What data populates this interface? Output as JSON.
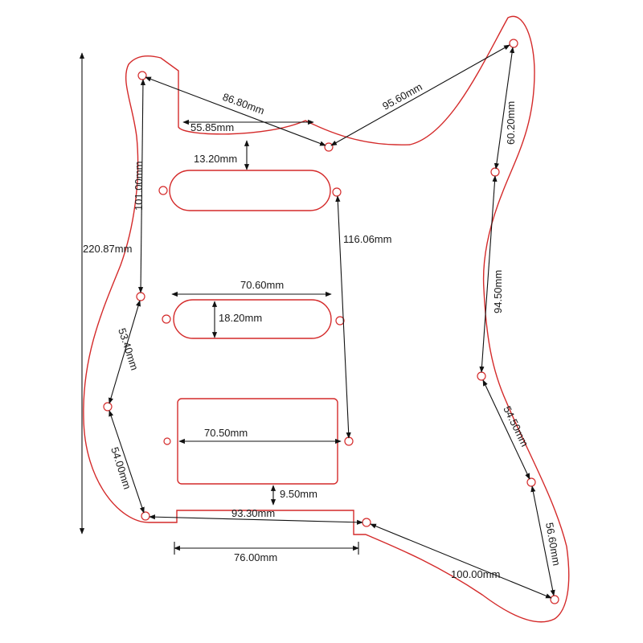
{
  "colors": {
    "outline": "#d42a2a",
    "dimension_line": "#111111",
    "text": "#1a1a1a",
    "background": "#ffffff"
  },
  "dimensions": {
    "overall_height": "220.87mm",
    "top_left_to_center": "86.80mm",
    "neck_pocket_width": "55.85mm",
    "center_to_top_right": "95.60mm",
    "top_right_to_right_upper": "60.20mm",
    "neck_to_first_pickup": "13.20mm",
    "left_upper_span": "101.00mm",
    "pickup_hole_span": "116.06mm",
    "pickup_width": "70.60mm",
    "pickup_height": "18.20mm",
    "right_middle_span": "94.50mm",
    "left_middle_span": "53.40mm",
    "right_lower_span": "54.50mm",
    "humbucker_width": "70.50mm",
    "left_lower_span": "54.00mm",
    "humbucker_to_control": "9.50mm",
    "bottom_hole_span": "93.30mm",
    "right_bottom_span": "56.60mm",
    "control_cavity_width": "76.00mm",
    "bottom_right_span": "100.00mm"
  }
}
